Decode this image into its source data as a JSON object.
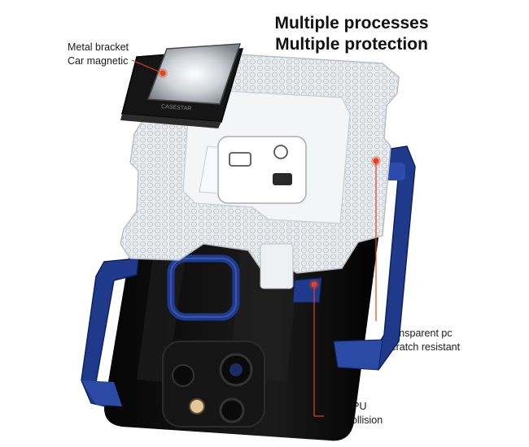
{
  "headline": {
    "line1": "Multiple processes",
    "line2": "Multiple protection"
  },
  "callouts": {
    "bracket": {
      "line1": "Metal bracket",
      "line2": "Car magnetic"
    },
    "pc": {
      "line1": "Transparent pc",
      "line2": "Scratch resistant"
    },
    "tpu": {
      "line1": "Soft TPU",
      "line2": "Anti-collision"
    }
  },
  "bracket_engraving": "CASESTAR",
  "colors": {
    "accent": "#e8411c",
    "bumper": "#1f3a8a",
    "phone": "#0b0b0b",
    "shell": "#e9ecef",
    "leader_line": "#e8411c"
  }
}
